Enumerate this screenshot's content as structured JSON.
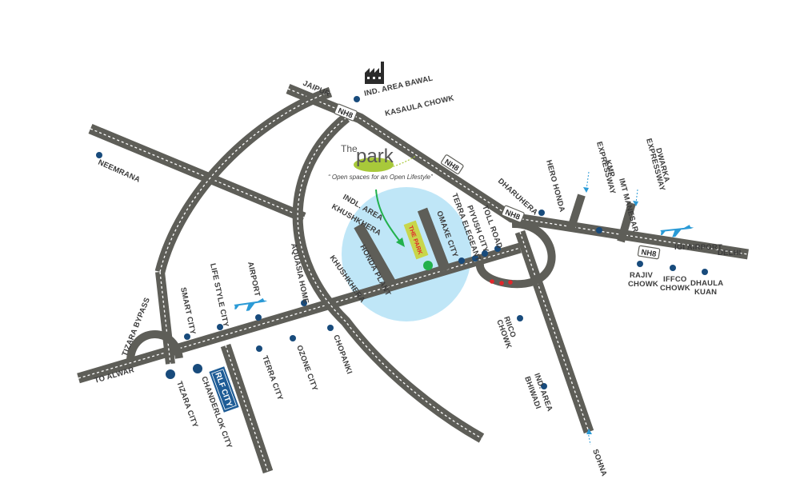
{
  "brand": {
    "the": "The",
    "park": "park",
    "tagline": "“ Open spaces for an Open Lifestyle”",
    "site_marker": "THE PARK"
  },
  "highways": {
    "nh8": "NH8"
  },
  "places": {
    "jaipur": "JAIPUR",
    "ind_area_bawal": "IND. AREA BAWAL",
    "kasaula_chowk": "KASAULA CHOWK",
    "neemrana": "NEEMRANA",
    "indl_area_khushkhera_1": "INDL. AREA",
    "indl_area_khushkhera_2": "KHUSHKHERA",
    "terra_elegeant": "TERRA ELEGEANT",
    "piyush_city": "PIYUSH CITY",
    "toll_road": "TOLL ROAD",
    "omaxe_city": "OMAXE CITY",
    "honda_plant": "HONDA PLANT",
    "khushkhera": "KHUSHKHERA",
    "dharuhera": "DHARUHERA",
    "hero_honda": "HERO HONDA",
    "kmp_1": "KMP",
    "kmp_2": "EXPRESSWAY",
    "imt_manesar": "IMT MANESAR",
    "dwarka_1": "DWARKA",
    "dwarka_2": "EXPRESSWAY",
    "igi_airport": "IGI AIRPORT",
    "delhi": "DELHI",
    "rajiv_1": "RAJIV",
    "rajiv_2": "CHOWK",
    "iffco_1": "IFFCO",
    "iffco_2": "CHOWK",
    "dhaula_1": "DHAULA",
    "dhaula_2": "KUAN",
    "aquasia_home": "AQUASIA HOME",
    "airport": "AIRPORT",
    "life_style_city": "LIFE STYLE CITY",
    "smart_city": "SMART CITY",
    "tizara_bypass": "TIZARA BYPASS",
    "to_alwar": "TO ALWAR",
    "tizara_city": "TIZARA CITY",
    "chanderlok_city": "CHANDERLOK CITY",
    "rlf_city": "RLF CITY",
    "terra_city": "TERRA CITY",
    "ozone_city": "OZONE CITY",
    "chopanki": "CHOPANKI",
    "riico_chowk_1": "RIICO",
    "riico_chowk_2": "CHOWK",
    "ind_area_bhiwadi_1": "IND. AREA",
    "ind_area_bhiwadi_2": "BHIWADI",
    "sohna": "SOHNA"
  },
  "colors": {
    "road": "#5e5e58",
    "zone": "#bfe6f7",
    "landmark_dot": "#184b7c",
    "arrow": "#22b14c",
    "airplane": "#2a9ad6",
    "logo_green": "#a8c93a",
    "rlf_blue": "#1e5c96"
  },
  "icons": [
    "factory-icon",
    "airplane-icon",
    "arrow-icon"
  ]
}
